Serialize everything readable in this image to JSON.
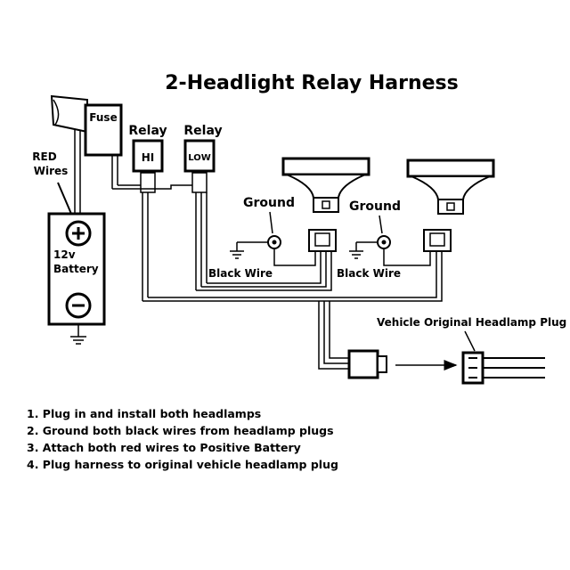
{
  "title": "2-Headlight Relay Harness",
  "labels": {
    "fuse": "Fuse",
    "relay_hi_header": "Relay",
    "relay_hi_box": "HI",
    "relay_low_header": "Relay",
    "relay_low_box": "LOW",
    "red_wires_line1": "RED",
    "red_wires_line2": "Wires",
    "battery_line1": "12v",
    "battery_line2": "Battery",
    "ground_left": "Ground",
    "ground_right": "Ground",
    "black_wire_left": "Black Wire",
    "black_wire_right": "Black Wire",
    "vehicle_plug": "Vehicle Original Headlamp Plug"
  },
  "steps": [
    "1. Plug in and install both headlamps",
    "2. Ground both black wires from headlamp plugs",
    "3. Attach both red wires to Positive Battery",
    "4. Plug harness to original vehicle headlamp plug"
  ]
}
